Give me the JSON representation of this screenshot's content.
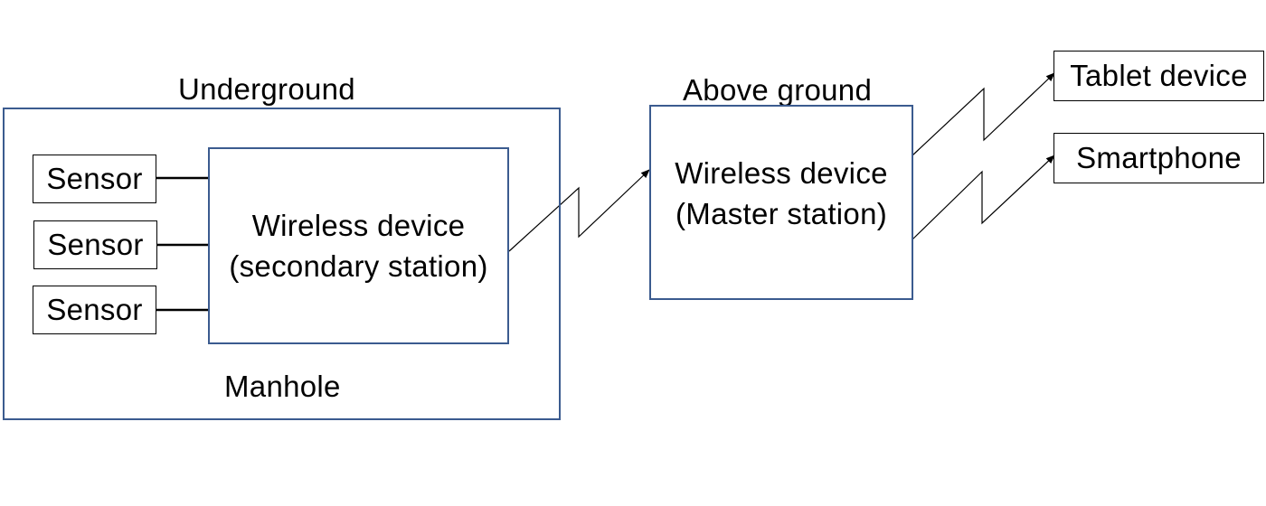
{
  "colors": {
    "zone_border": "#3b5b8f",
    "node_border": "#000000",
    "line": "#000000"
  },
  "underground": {
    "label": "Underground",
    "manhole_label": "Manhole",
    "sensors": [
      {
        "label": "Sensor"
      },
      {
        "label": "Sensor"
      },
      {
        "label": "Sensor"
      }
    ],
    "secondary_device": {
      "line1": "Wireless device",
      "line2": "(secondary station)"
    }
  },
  "above_ground": {
    "label": "Above ground",
    "master_device": {
      "line1": "Wireless device",
      "line2": "(Master station)"
    }
  },
  "endpoints": {
    "tablet": "Tablet device",
    "smartphone": "Smartphone"
  }
}
